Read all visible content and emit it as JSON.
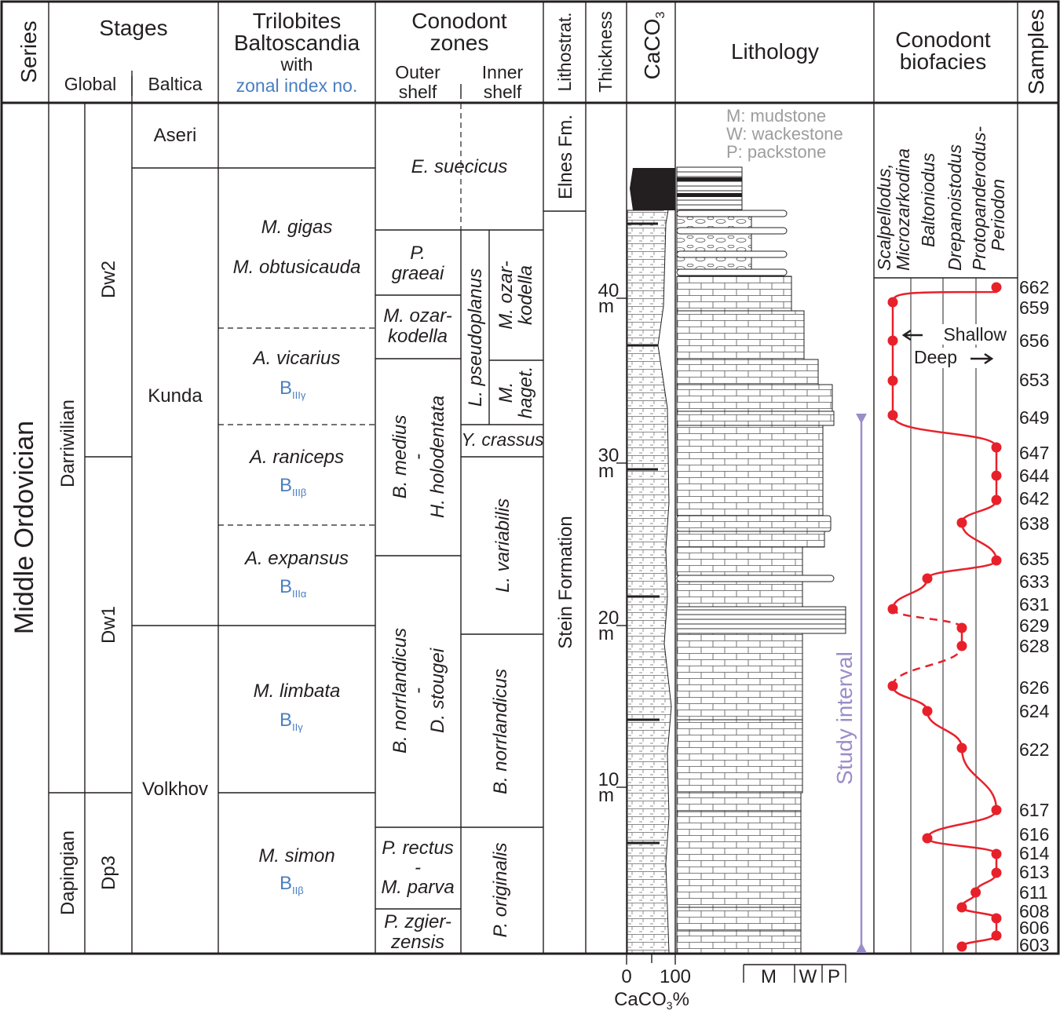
{
  "headers": {
    "series": "Series",
    "stages": "Stages",
    "global": "Global",
    "baltica": "Baltica",
    "trilobites_1": "Trilobites",
    "trilobites_2": "Baltoscandia",
    "trilobites_3": "with",
    "trilobites_4": "zonal index no.",
    "conodont_1": "Conodont",
    "conodont_2": "zones",
    "outer_1": "Outer",
    "outer_2": "shelf",
    "inner_1": "Inner",
    "inner_2": "shelf",
    "lithostrat": "Lithostrat.",
    "thickness": "Thickness",
    "caco3": "CaCO",
    "caco3_sub": "3",
    "lithology": "Lithology",
    "biofacies_1": "Conodont",
    "biofacies_2": "biofacies",
    "samples": "Samples"
  },
  "series": {
    "name": "Middle Ordovician"
  },
  "global_stages": {
    "darriwilian": "Darriwilian",
    "dapingian": "Dapingian"
  },
  "global_substages": {
    "dw2": "Dw2",
    "dw1": "Dw1",
    "dp3": "Dp3"
  },
  "baltic_stages": {
    "aseri": "Aseri",
    "kunda": "Kunda",
    "volkhov": "Volkhov"
  },
  "trilobite_zones": {
    "gigas": "M. gigas",
    "obtusicauda": "M. obtusicauda",
    "vicarius": "A. vicarius",
    "vicarius_index": "IIIγ",
    "raniceps": "A. raniceps",
    "raniceps_index": "IIIβ",
    "expansus": "A. expansus",
    "expansus_index": "IIIα",
    "limbata": "M. limbata",
    "limbata_index": "IIγ",
    "simon": "M. simon",
    "simon_index": "IIβ",
    "index_letter": "B"
  },
  "conodont_zones": {
    "suecicus": "E. suecicus",
    "graeai_1": "P.",
    "graeai_2": "graeai",
    "ozarkodella_1": "M. ozar-",
    "ozarkodella_2": "kodella",
    "medius_1": "B. medius",
    "medius_2": "-",
    "medius_3": "H. holodentata",
    "norrlandicus_1": "B. norrlandicus",
    "norrlandicus_2": "-",
    "norrlandicus_3": "D. stougei",
    "rectus_1": "P. rectus",
    "rectus_2": "-",
    "rectus_3": "M. parva",
    "zgier_1": "P. zgier-",
    "zgier_2": "zensis",
    "pseudoplanus": "L. pseudoplanus",
    "inner_ozar_1": "M. ozar-",
    "inner_ozar_2": "kodella",
    "haget_1": "M.",
    "haget_2": "haget.",
    "crassus": "Y. crassus",
    "variabilis": "L. variabilis",
    "inner_norrlandicus": "B. norrlandicus",
    "originalis": "P. originalis"
  },
  "lithostratigraphy": {
    "elnes": "Elnes Fm.",
    "stein": "Stein Formation"
  },
  "thickness_labels": [
    "40",
    "30",
    "20",
    "10"
  ],
  "thickness_unit": "m",
  "lithology_legend": {
    "mudstone": "M: mudstone",
    "wackestone": "W: wackestone",
    "packstone": "P: packstone"
  },
  "study_interval": "Study interval",
  "biofacies": {
    "scalpellodus_1": "Scalpellodus,",
    "scalpellodus_2": "Microzarkodina",
    "baltoniodus": "Baltoniodus",
    "drepanoistodus": "Drepanoistodus",
    "protopanderodus_1": "Protopanderodus-",
    "protopanderodus_2": "Periodon",
    "shallow": "Shallow",
    "deep": "Deep",
    "line_color": "#e8202a",
    "biofacies_points": [
      {
        "sample": "603",
        "category": 3,
        "pos": 1
      },
      {
        "sample": "606",
        "category": 4,
        "pos": 2
      },
      {
        "sample": "608",
        "category": 4,
        "pos": 3
      },
      {
        "sample": "608",
        "category": 3,
        "pos": 4
      },
      {
        "sample": "611",
        "category": 3.4,
        "pos": 5
      },
      {
        "sample": "613",
        "category": 4,
        "pos": 6
      },
      {
        "sample": "614",
        "category": 4,
        "pos": 7
      },
      {
        "sample": "616",
        "category": 2,
        "pos": 8
      },
      {
        "sample": "617",
        "category": 4,
        "pos": 9
      },
      {
        "sample": "622",
        "category": 3,
        "pos": 10
      },
      {
        "sample": "624",
        "category": 2,
        "pos": 11
      },
      {
        "sample": "626",
        "category": 1,
        "pos": 12
      },
      {
        "sample": "628",
        "category": 3,
        "pos": 13
      },
      {
        "sample": "629",
        "category": 3,
        "pos": 14
      },
      {
        "sample": "631",
        "category": 1,
        "pos": 15
      },
      {
        "sample": "633",
        "category": 2,
        "pos": 16
      },
      {
        "sample": "635",
        "category": 4,
        "pos": 17
      },
      {
        "sample": "638",
        "category": 3,
        "pos": 18
      },
      {
        "sample": "642",
        "category": 4,
        "pos": 19
      },
      {
        "sample": "644",
        "category": 4,
        "pos": 20
      },
      {
        "sample": "647",
        "category": 4,
        "pos": 21
      },
      {
        "sample": "649",
        "category": 1,
        "pos": 22
      },
      {
        "sample": "653",
        "category": 1,
        "pos": 23
      },
      {
        "sample": "656",
        "category": 1,
        "pos": 24
      },
      {
        "sample": "659",
        "category": 1,
        "pos": 25
      },
      {
        "sample": "662",
        "category": 4,
        "pos": 26
      }
    ]
  },
  "samples": [
    "662",
    "659",
    "656",
    "653",
    "649",
    "647",
    "644",
    "642",
    "638",
    "635",
    "633",
    "631",
    "629",
    "628",
    "626",
    "624",
    "622",
    "617",
    "616",
    "614",
    "613",
    "611",
    "608",
    "606",
    "603"
  ],
  "caco3_axis": {
    "min": "0",
    "max": "100",
    "label": "CaCO",
    "label_sub": "3",
    "label_unit": "%"
  },
  "texture_axis": {
    "m": "M",
    "w": "W",
    "p": "P"
  }
}
